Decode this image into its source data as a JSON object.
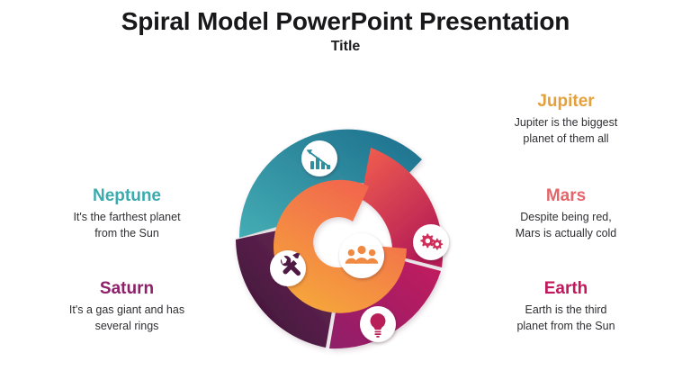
{
  "header": {
    "title": "Spiral Model PowerPoint Presentation",
    "subtitle": "Title"
  },
  "labels": [
    {
      "key": "jupiter",
      "heading": "Jupiter",
      "description": "Jupiter is the biggest\nplanet of them all",
      "color": "#E3A03C",
      "side": "right"
    },
    {
      "key": "mars",
      "heading": "Mars",
      "description": "Despite being red,\nMars is actually cold",
      "color": "#E4656A",
      "side": "right"
    },
    {
      "key": "earth",
      "heading": "Earth",
      "description": "Earth is the third\nplanet from the Sun",
      "color": "#C0185B",
      "side": "right"
    },
    {
      "key": "neptune",
      "heading": "Neptune",
      "description": "It's the farthest planet\nfrom the Sun",
      "color": "#3BABB0",
      "side": "left"
    },
    {
      "key": "saturn",
      "heading": "Saturn",
      "description": "It's a gas giant and has\nseveral rings",
      "color": "#8E2069",
      "side": "left"
    }
  ],
  "diagram": {
    "type": "spiral-segments",
    "segments": [
      {
        "key": "neptune-segment",
        "icon": "bar-chart-declining-icon",
        "gradient_from": "#44ADB4",
        "gradient_to": "#1C6E8C"
      },
      {
        "key": "saturn-segment",
        "icon": "tools-wrench-screwdriver-icon",
        "gradient_from": "#6C2B58",
        "gradient_to": "#3C1136"
      },
      {
        "key": "earth-segment",
        "icon": "lightbulb-icon",
        "gradient_from": "#C41B5E",
        "gradient_to": "#8E2069"
      },
      {
        "key": "mars-segment",
        "icon": "gears-cogs-icon",
        "gradient_from": "#F2604F",
        "gradient_to": "#B51C55"
      },
      {
        "key": "jupiter-segment",
        "icon": "users-group-icon",
        "gradient_from": "#F1614E",
        "gradient_to": "#F6A93B"
      }
    ]
  }
}
